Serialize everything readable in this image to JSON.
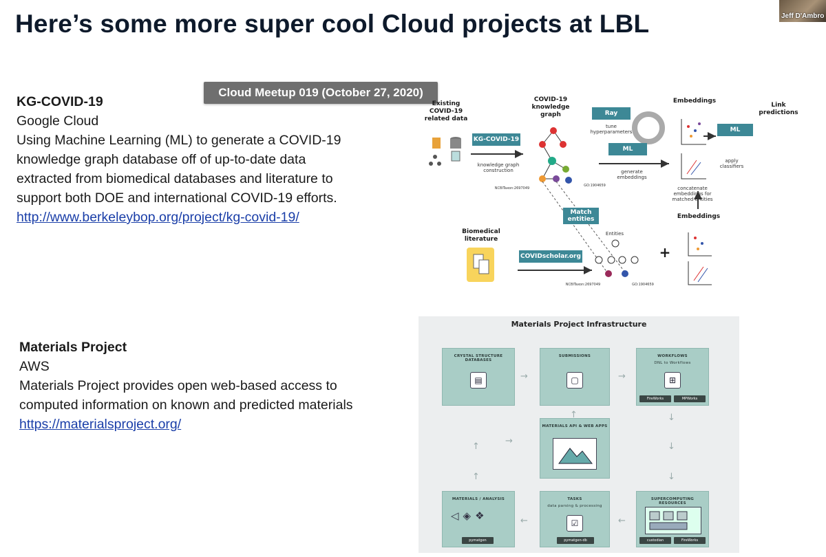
{
  "slide": {
    "title": "Here’s some more super cool Cloud projects at LBL"
  },
  "camera": {
    "label": "Jeff D'Ambro"
  },
  "tooltip": {
    "text": "Cloud Meetup 019 (October 27, 2020)"
  },
  "projects": [
    {
      "name": "KG-COVID-19",
      "provider": "Google Cloud",
      "description": [
        "Using Machine Learning (ML) to generate a COVID-19",
        "knowledge graph database off of up-to-date data",
        "extracted from biomedical databases and literature to",
        "support both DOE and international COVID-19 efforts."
      ],
      "link": "http://www.berkeleybop.org/project/kg-covid-19/"
    },
    {
      "name": "Materials Project",
      "provider": "AWS",
      "description": [
        "Materials Project provides open web-based access to",
        "computed information on known and predicted materials"
      ],
      "link": "https://materialsproject.org/"
    }
  ],
  "kg_diagram": {
    "existing": "Existing\nCOVID-19\nrelated data",
    "kg_graph": "COVID-19\nknowledge\ngraph",
    "embeddings_top": "Embeddings",
    "link_predictions": "Link\npredictions",
    "kg_covid_btn": "KG-COVID-19",
    "kg_construction": "knowledge graph\nconstruction",
    "ray_btn": "Ray",
    "tune": "tune\nhyperparameters",
    "ml_btn_left": "ML",
    "generate": "generate\nembeddings",
    "ml_btn_right": "ML",
    "apply": "apply\nclassifiers",
    "taxon1": "NCBITaxon:2697049",
    "go1": "GO:1904659",
    "concat": "concatenate\nembeddings for\nmatched entities",
    "embeddings_bottom": "Embeddings",
    "match_btn": "Match\nentities",
    "entities": "Entities",
    "biomedical": "Biomedical\nliterature",
    "covidscholar_btn": "COVIDscholar.org",
    "taxon2": "NCBITaxon:2697049",
    "go2": "GO:1904659",
    "plus": "+"
  },
  "mp_diagram": {
    "title": "Materials Project Infrastructure",
    "boxes": {
      "crystal": "CRYSTAL STRUCTURE DATABASES",
      "submissions": "SUBMISSIONS",
      "workflows": "WORKFLOWS",
      "workflows_sub": "DNL to Workflows",
      "api": "MATERIALS API & WEB APPS",
      "analysis": "MATERIALS / ANALYSIS",
      "tasks": "TASKS",
      "tasks_sub": "data parsing & processing",
      "super": "SUPERCOMPUTING RESOURCES"
    },
    "chips": {
      "fw1": "FireWorks",
      "mp1": "MPWorks",
      "pymatgen": "pymatgen",
      "pymatgen_db": "pymatgen-db",
      "custodian": "custodian",
      "fw2": "FireWorks"
    }
  }
}
